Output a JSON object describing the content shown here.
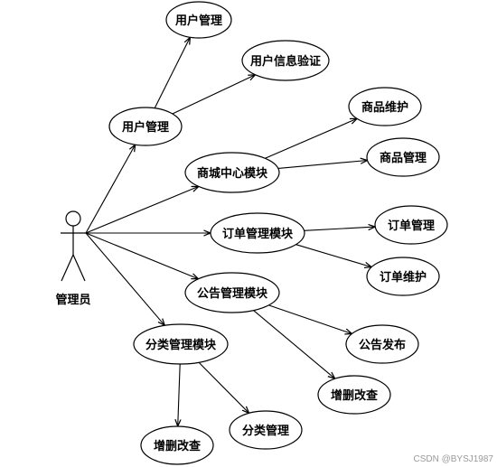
{
  "actor": {
    "id": "admin",
    "label": "管理员"
  },
  "nodes": [
    {
      "id": "user_mgmt_leaf",
      "label": "用户管理"
    },
    {
      "id": "user_verify",
      "label": "用户信息验证"
    },
    {
      "id": "user_mgmt",
      "label": "用户管理"
    },
    {
      "id": "goods_maint",
      "label": "商品维护"
    },
    {
      "id": "mall_center",
      "label": "商城中心模块"
    },
    {
      "id": "goods_mgmt",
      "label": "商品管理"
    },
    {
      "id": "order_mgmt_mod",
      "label": "订单管理模块"
    },
    {
      "id": "order_mgmt",
      "label": "订单管理"
    },
    {
      "id": "order_maint",
      "label": "订单维护"
    },
    {
      "id": "notice_mgmt_mod",
      "label": "公告管理模块"
    },
    {
      "id": "notice_publish",
      "label": "公告发布"
    },
    {
      "id": "notice_crud",
      "label": "增删改查"
    },
    {
      "id": "category_mgmt_mod",
      "label": "分类管理模块"
    },
    {
      "id": "category_crud",
      "label": "增删改查"
    },
    {
      "id": "category_mgmt",
      "label": "分类管理"
    }
  ],
  "edges": [
    {
      "from": "admin",
      "to": "user_mgmt"
    },
    {
      "from": "admin",
      "to": "mall_center"
    },
    {
      "from": "admin",
      "to": "order_mgmt_mod"
    },
    {
      "from": "admin",
      "to": "notice_mgmt_mod"
    },
    {
      "from": "admin",
      "to": "category_mgmt_mod"
    },
    {
      "from": "user_mgmt",
      "to": "user_mgmt_leaf"
    },
    {
      "from": "user_mgmt",
      "to": "user_verify"
    },
    {
      "from": "mall_center",
      "to": "goods_maint"
    },
    {
      "from": "mall_center",
      "to": "goods_mgmt"
    },
    {
      "from": "order_mgmt_mod",
      "to": "order_mgmt"
    },
    {
      "from": "order_mgmt_mod",
      "to": "order_maint"
    },
    {
      "from": "notice_mgmt_mod",
      "to": "notice_publish"
    },
    {
      "from": "notice_mgmt_mod",
      "to": "notice_crud"
    },
    {
      "from": "category_mgmt_mod",
      "to": "category_crud"
    },
    {
      "from": "category_mgmt_mod",
      "to": "category_mgmt"
    }
  ],
  "watermark": "CSDN @BYSJ1987"
}
